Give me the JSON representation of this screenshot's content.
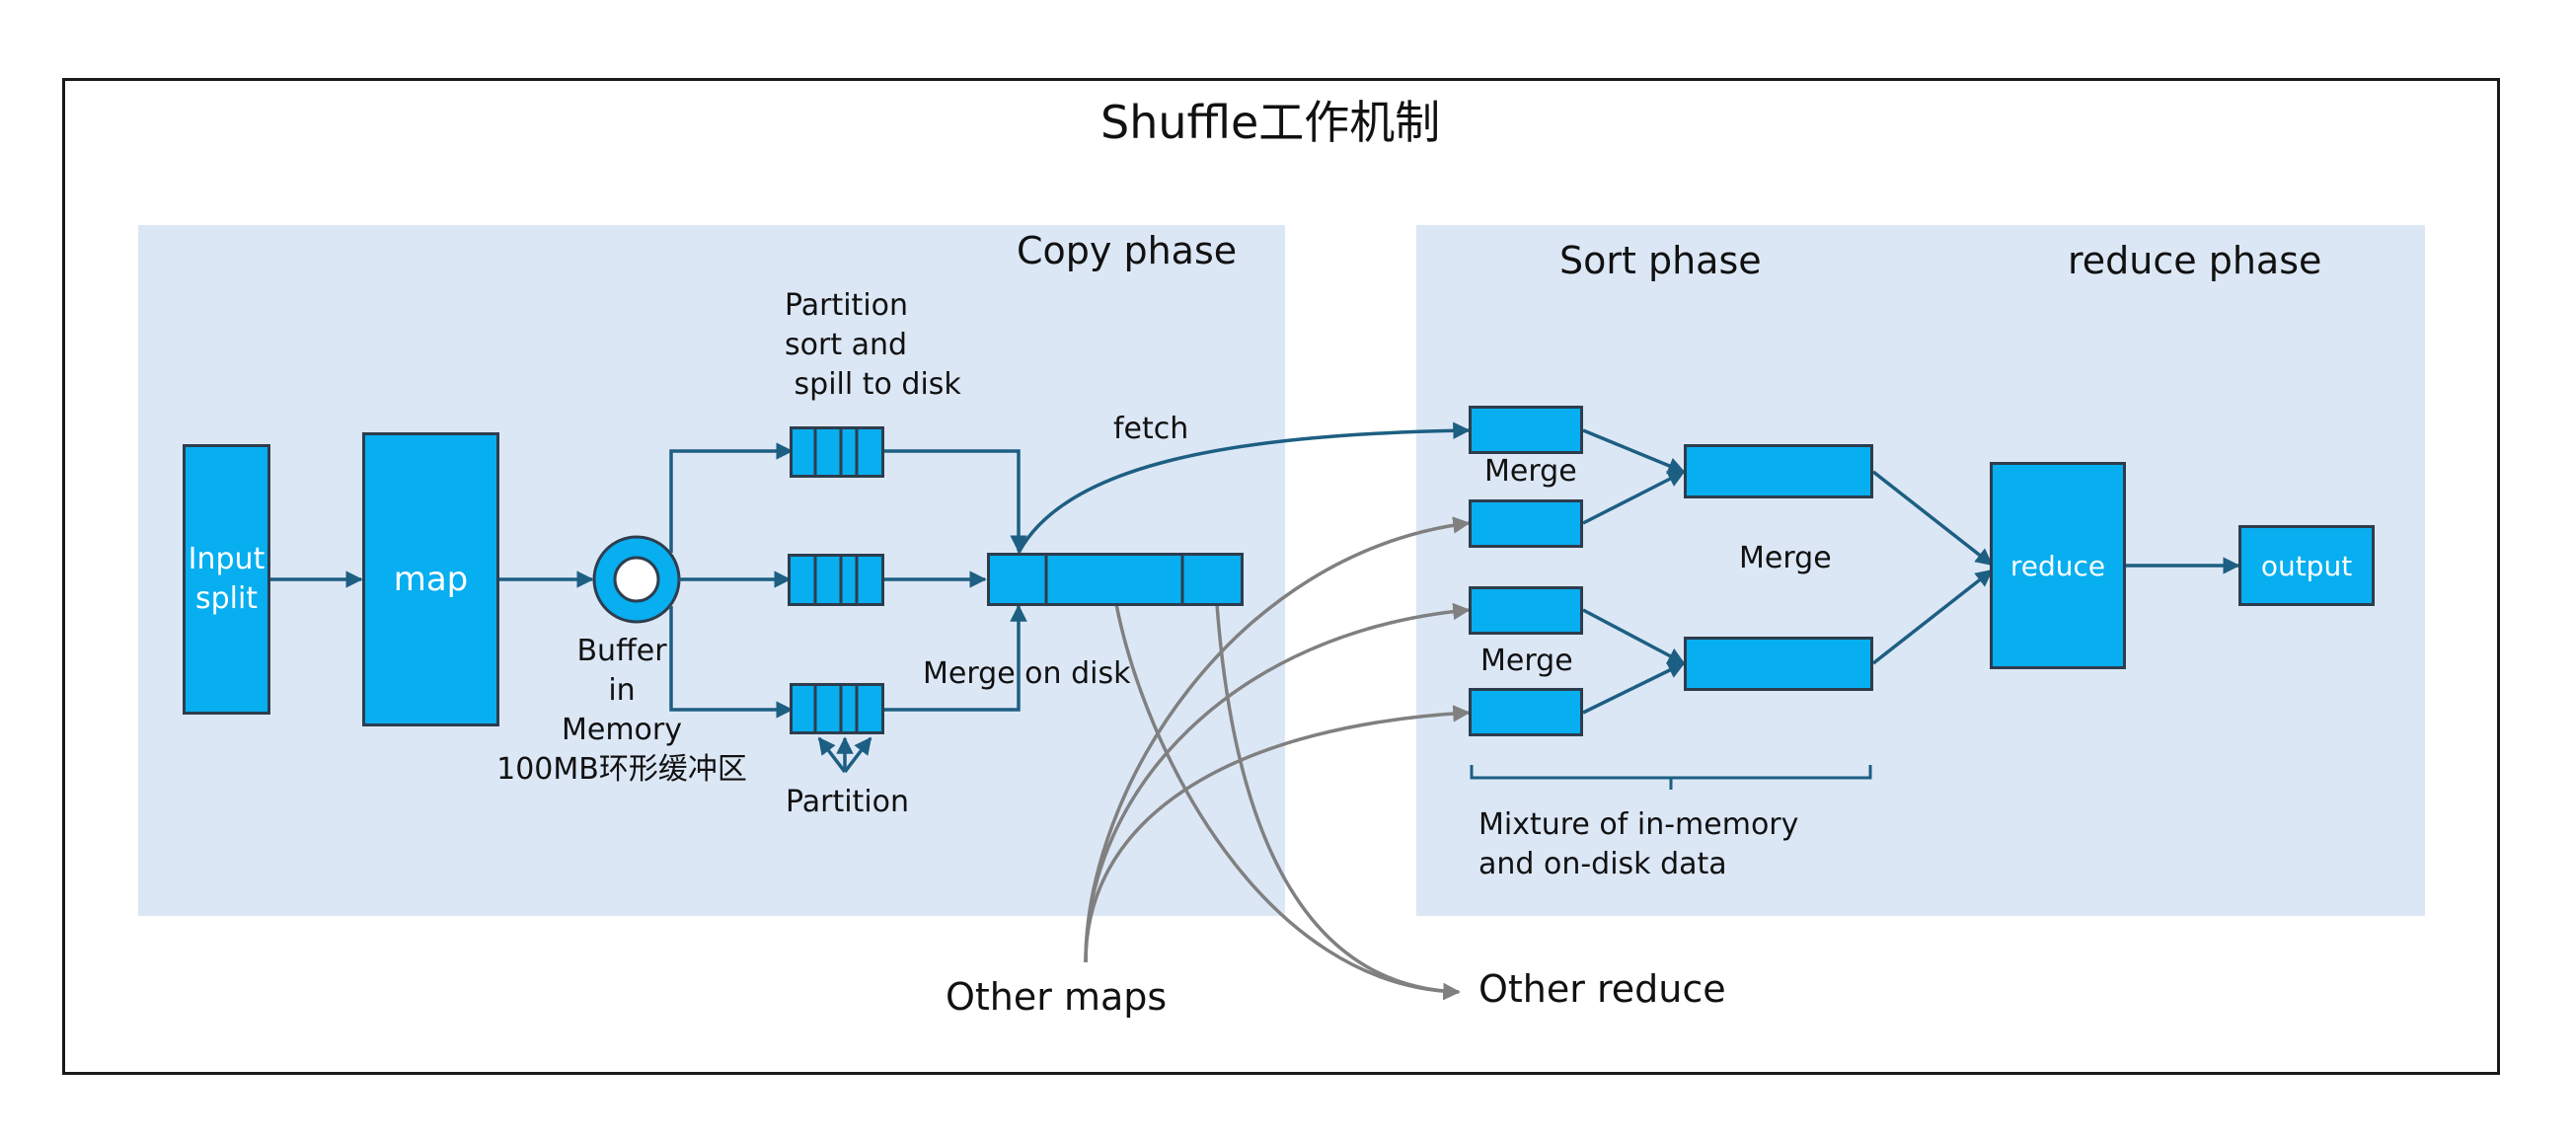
{
  "title": "Shuffle工作机制",
  "colors": {
    "box_fill": "#07aef0",
    "box_border": "#2d3d4d",
    "panel_bg": "#dce7f6",
    "flow_arrow": "#1d5f82",
    "external_arrow": "#808080"
  },
  "copy_side": {
    "heading": "Copy phase",
    "input_split": "Input\nsplit",
    "map": "map",
    "buffer_label": "Buffer\nin\nMemory\n100MB环形缓冲区",
    "partition_sort_label": "Partition\nsort and\n spill to disk",
    "fetch_label": "fetch",
    "merge_on_disk_label": "Merge on disk",
    "partition_label": "Partition"
  },
  "reduce_side": {
    "sort_heading": "Sort phase",
    "reduce_heading": "reduce phase",
    "merge_label_top": "Merge",
    "merge_label_mid": "Merge",
    "merge_label_bottom": "Merge",
    "reduce": "reduce",
    "output": "output",
    "mixture_label": "Mixture of in-memory\nand on-disk data"
  },
  "external": {
    "other_maps": "Other maps",
    "other_reduce": "Other reduce"
  }
}
